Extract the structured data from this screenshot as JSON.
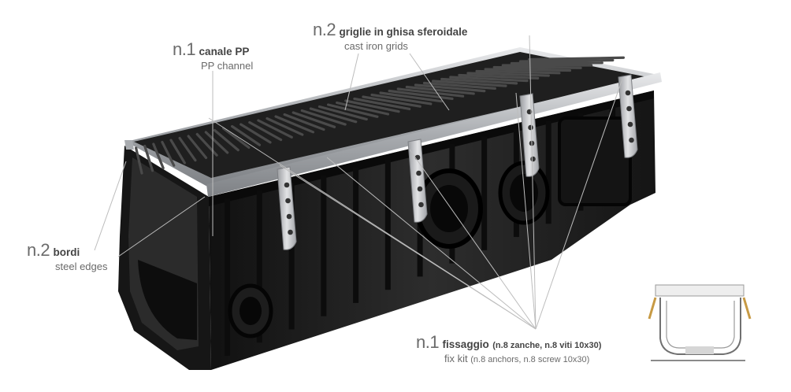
{
  "callouts": {
    "channel": {
      "num": "n.1",
      "it": "canale PP",
      "en": "PP channel"
    },
    "grids": {
      "num": "n.2",
      "it": "griglie in ghisa sferoidale",
      "en": "cast iron grids"
    },
    "edges": {
      "num": "n.2",
      "it": "bordi",
      "en": "steel edges"
    },
    "fixkit": {
      "num": "n.1",
      "it": "fissaggio",
      "it_detail": "(n.8 zanche, n.8 viti 10x30)",
      "en": "fix kit",
      "en_detail": "(n.8 anchors, n.8 screw 10x30)"
    }
  },
  "colors": {
    "channel_body": "#1c1c1c",
    "grid_iron": "#2a2a2a",
    "steel_edge": "#b9bcc0",
    "anchor": "#c8c9cc",
    "leader_line": "#bdbdbd",
    "text": "#5a5a5a"
  }
}
